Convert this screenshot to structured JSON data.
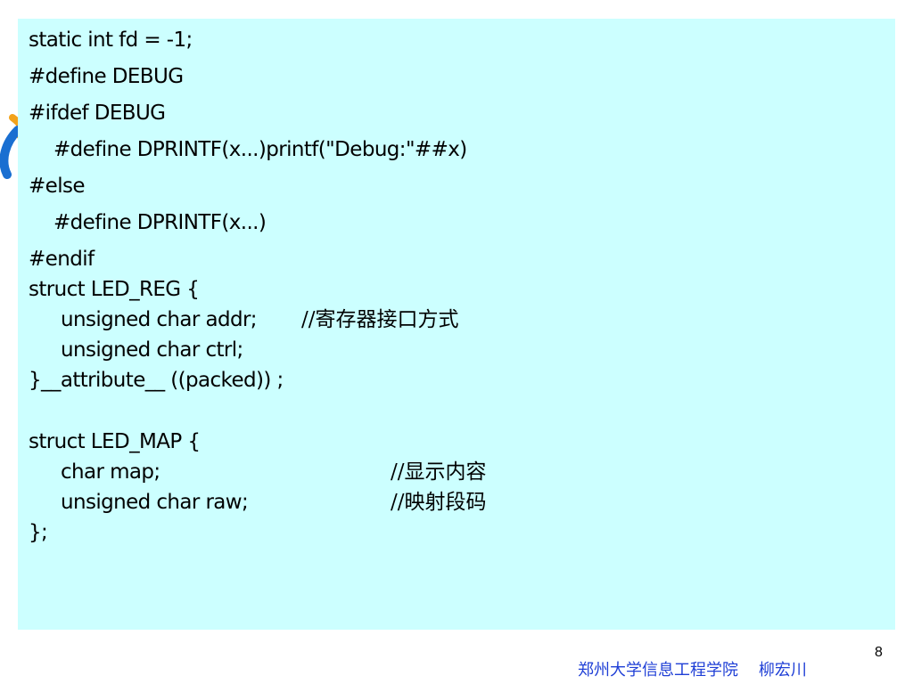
{
  "slide": {
    "code_lines": [
      "static int fd = -1;",
      "#define DEBUG",
      "#ifdef DEBUG",
      "#define DPRINTF(x...)printf(\"Debug:\"##x)",
      "#else",
      "#define DPRINTF(x...)",
      "#endif",
      "struct LED_REG {",
      "unsigned char addr;",
      "unsigned char ctrl;",
      "}__attribute__ ((packed)) ;",
      "struct LED_MAP {",
      "char map;",
      "unsigned char raw;",
      "};"
    ],
    "comments": {
      "addr": "//寄存器接口方式",
      "map": "//显示内容",
      "raw": "//映射段码"
    },
    "footer_org": "郑州大学信息工程学院    柳宏川",
    "page_number": "8"
  },
  "colors": {
    "panel": "#ccffff",
    "footer_text": "#1f3fd6",
    "logo_blue": "#1a6fd1",
    "logo_orange": "#f2a21a"
  }
}
